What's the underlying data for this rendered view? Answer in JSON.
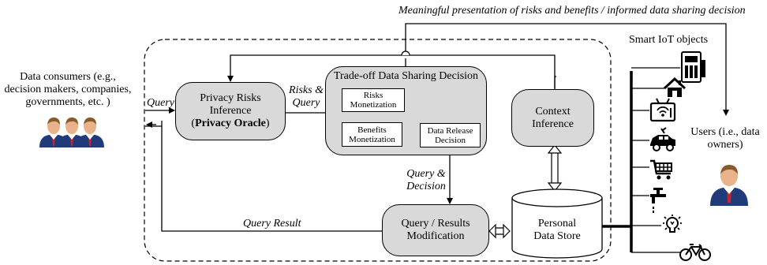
{
  "top_caption": "Meaningful presentation of risks and benefits / informed data sharing decision",
  "data_consumers": {
    "line1": "Data consumers (e.g.,",
    "line2": "decision makers, companies,",
    "line3": "governments, etc. )"
  },
  "query_in": "Query",
  "privacy_box": {
    "line1": "Privacy Risks",
    "line2": "Inference",
    "line3_pre": "(",
    "line3_bold": "Privacy Oracle",
    "line3_post": ")"
  },
  "risks_query": {
    "line1": "Risks &",
    "line2": "Query"
  },
  "tradeoff_title": "Trade-off Data Sharing Decision",
  "risks_monetization": {
    "line1": "Risks",
    "line2": "Monetization"
  },
  "benefits_monetization": {
    "line1": "Benefits",
    "line2": "Monetization"
  },
  "data_release": {
    "line1": "Data Release",
    "line2": "Decision"
  },
  "context": {
    "line1": "Context",
    "line2": "Inference"
  },
  "query_decision": {
    "line1": "Query &",
    "line2": "Decision"
  },
  "query_result": "Query Result",
  "query_results_mod": {
    "line1": "Query / Results",
    "line2": "Modification"
  },
  "personal_store": {
    "line1": "Personal",
    "line2": "Data Store"
  },
  "smart_iot": "Smart IoT objects",
  "users": {
    "line1": "Users (i.e., data",
    "line2": "owners)"
  },
  "icons": [
    "smart-meter-icon",
    "home-icon",
    "tv-icon",
    "car-icon",
    "shopping-cart-icon",
    "water-tap-icon",
    "light-bulb-icon",
    "bicycle-icon"
  ],
  "colors": {
    "box_fill": "#d9d9d9",
    "person_blue": "#1f3b7a",
    "person_skin": "#e8b38a",
    "person_hair": "#8a5a2b",
    "tie_red": "#c0282d"
  }
}
